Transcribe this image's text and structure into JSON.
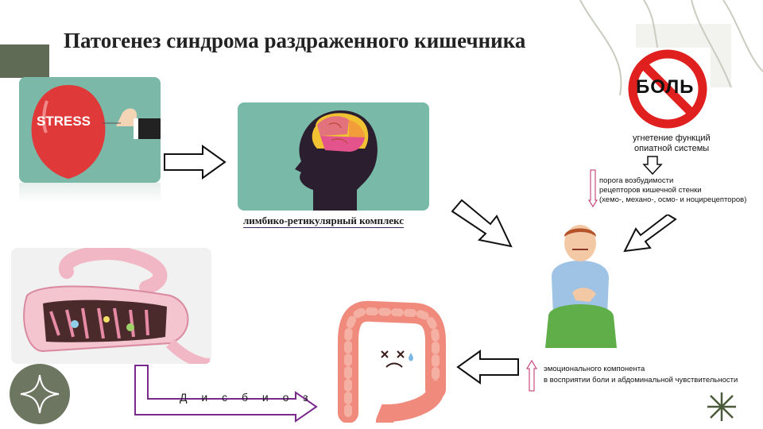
{
  "title": "Патогенез синдрома раздраженного кишечника",
  "stress_label": "STRESS",
  "limbic_label": "лимбико-ретикулярный комплекс",
  "pain_sign": "БОЛЬ",
  "opiate_text": [
    "угнетение функций",
    "опиатной системы"
  ],
  "threshold_text": [
    "порога возбудимости",
    "рецепторов кишечной стенки",
    "(хемо-, механо-, осмо- и ноцирецепторов)"
  ],
  "emotional_text": [
    "эмоционального компонента",
    "в восприятии боли и абдоминальной чувствительности"
  ],
  "dysbiosis_label": "Д и с б и о з"
}
